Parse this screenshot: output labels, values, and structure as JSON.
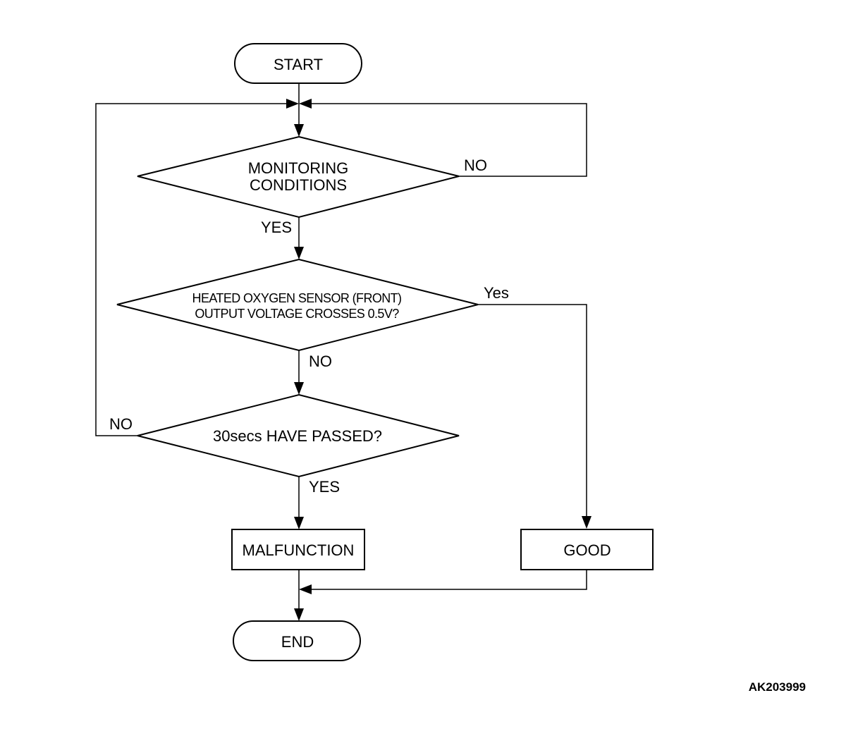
{
  "nodes": {
    "start": "START",
    "monitoring": [
      "MONITORING",
      "CONDITIONS"
    ],
    "heated": [
      "HEATED OXYGEN SENSOR (FRONT)",
      "OUTPUT VOLTAGE CROSSES 0.5V?"
    ],
    "passed": "30secs HAVE PASSED?",
    "malfunction": "MALFUNCTION",
    "good": "GOOD",
    "end": "END"
  },
  "edge_labels": {
    "monitoring_no": "NO",
    "monitoring_yes": "YES",
    "heated_yes": "Yes",
    "heated_no": "NO",
    "passed_no": "NO",
    "passed_yes": "YES"
  },
  "figure_id": "AK203999"
}
